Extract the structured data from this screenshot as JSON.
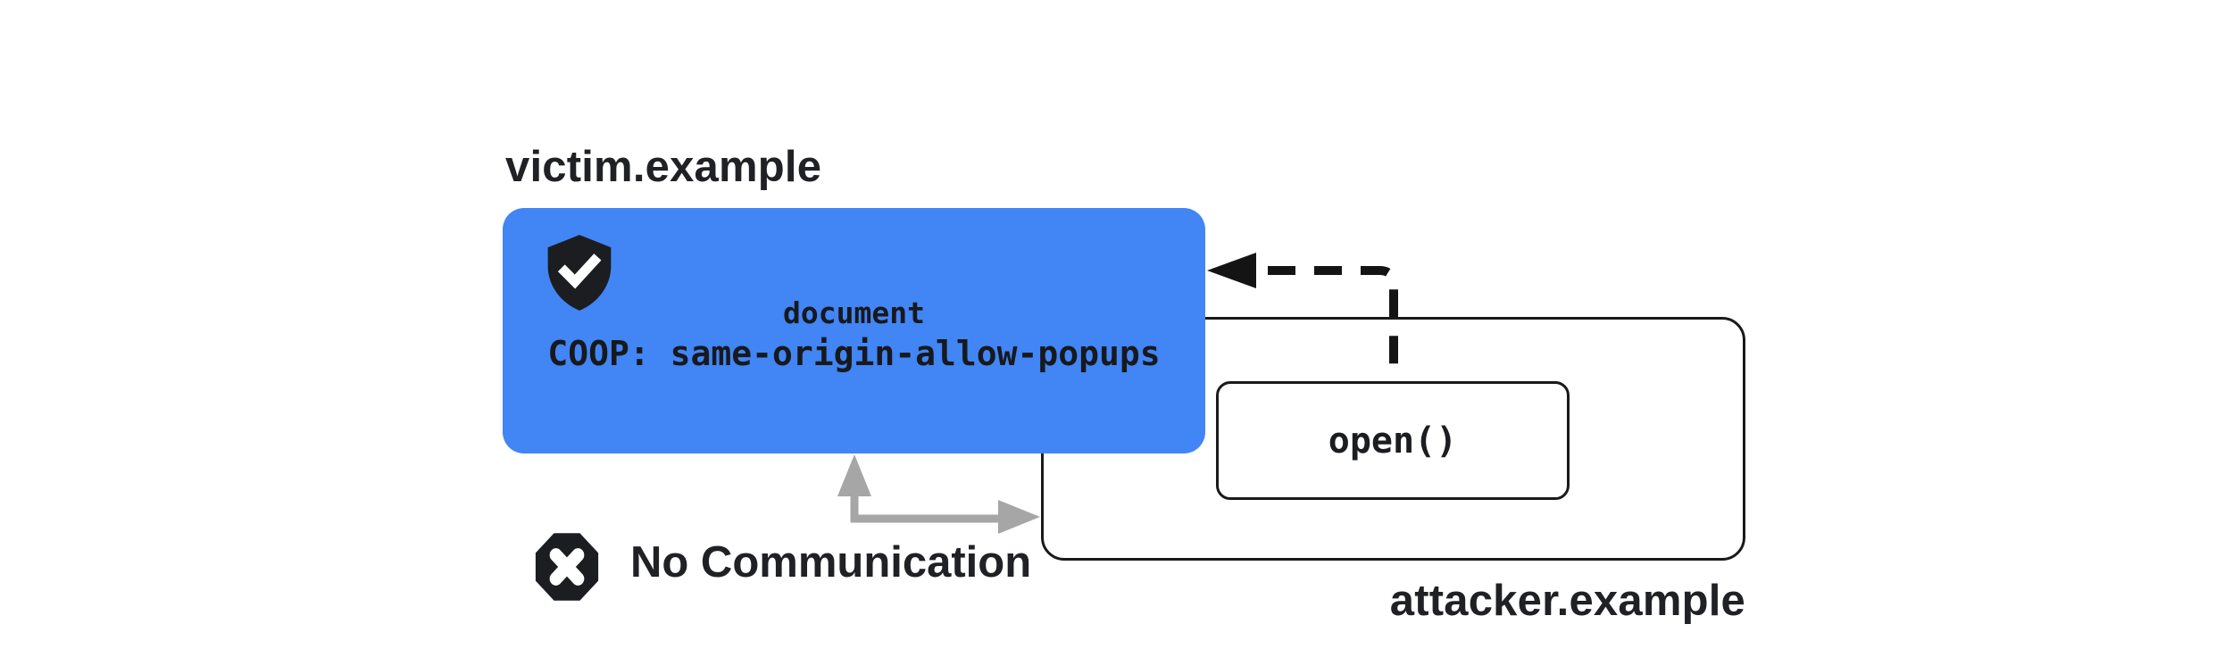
{
  "diagram": {
    "title_context": "COOP same-origin-allow-popups diagram",
    "victim": {
      "domain_label": "victim.example",
      "document_line": "document",
      "coop_line": "COOP: same-origin-allow-popups",
      "shield_icon": "shield-check",
      "box_color": "#4285f4"
    },
    "attacker": {
      "domain_label": "attacker.example",
      "open_call": "open()"
    },
    "relationship": {
      "no_communication_label": "No Communication",
      "blocked_icon": "x-octagon",
      "opener_arrow_style": "dashed-black",
      "communication_arrow_style": "solid-gray-double-headed"
    },
    "colors": {
      "victim_box_blue": "#4285f4",
      "ink_text": "#202124",
      "line_black": "#141414",
      "arrow_gray": "#a6a6a6",
      "background": "#ffffff"
    }
  }
}
